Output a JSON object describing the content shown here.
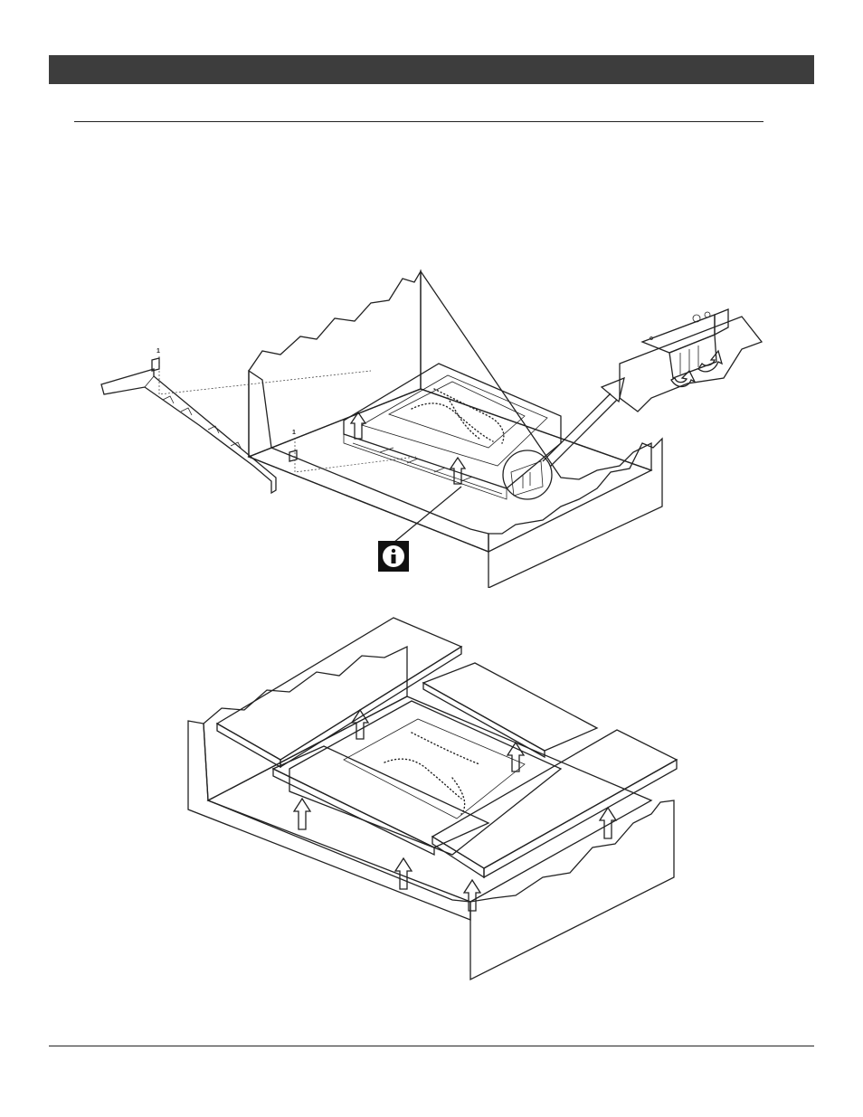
{
  "header": {
    "title": ""
  },
  "section": {
    "title": ""
  },
  "figure_top": {
    "callouts": [
      {
        "id": "hook-marker-top",
        "label": "1"
      },
      {
        "id": "hook-marker-bottom",
        "label": "1"
      }
    ],
    "icons": [
      "info-icon",
      "up-arrow-icon",
      "detail-magnifier-icon",
      "rotate-arrow-icon"
    ]
  },
  "figure_bottom": {
    "icons": [
      "up-arrow-icon"
    ]
  },
  "colors": {
    "header_bar": "#3d3d3d",
    "carton_gray": "#d0d0d0",
    "carton_dark": "#9c9c9c",
    "arrow_gray": "#bdbdbd",
    "page": "#ffffff"
  }
}
